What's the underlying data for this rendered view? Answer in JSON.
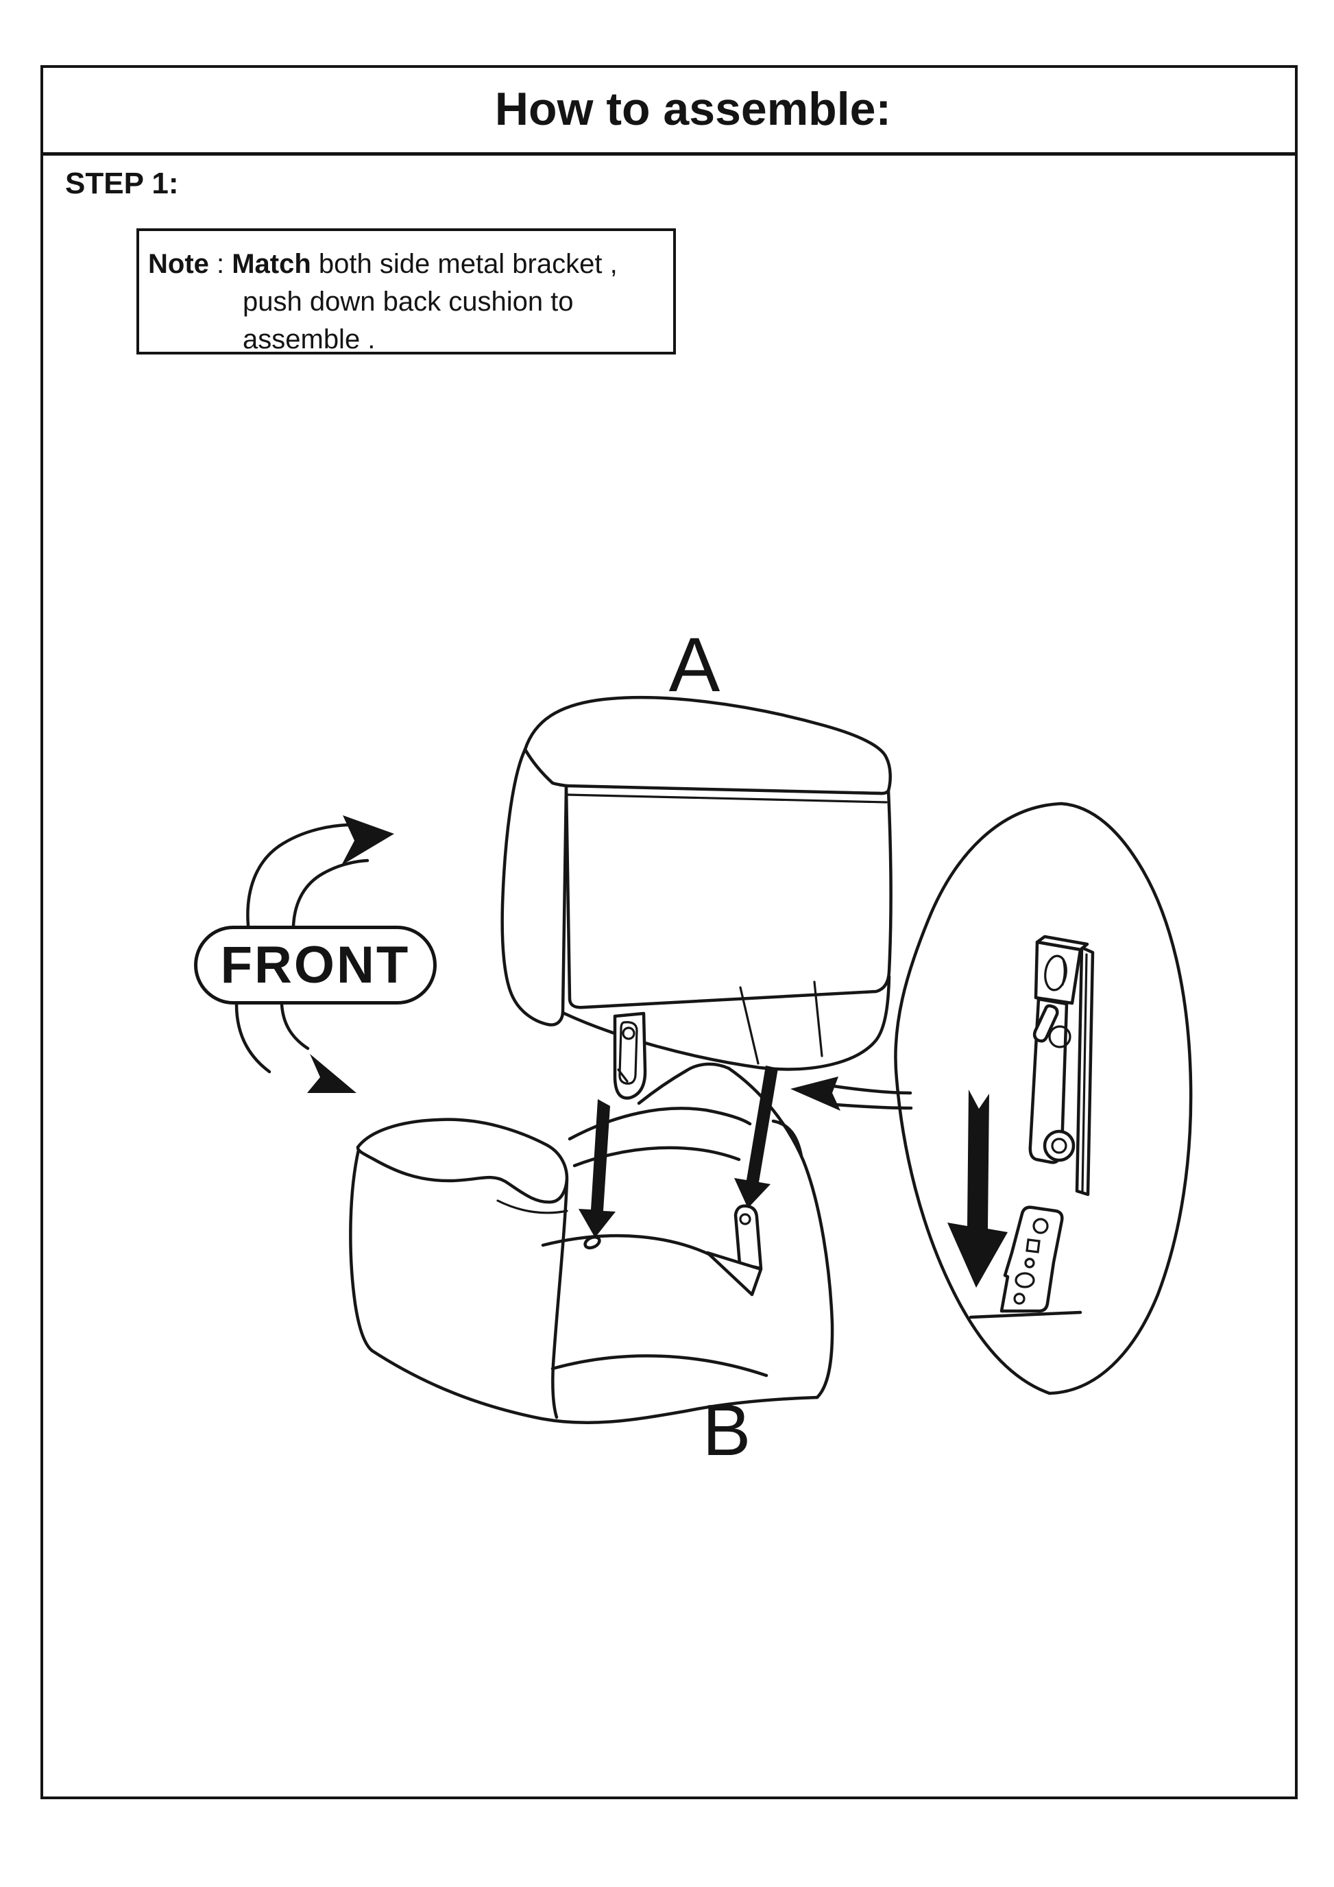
{
  "page": {
    "background": "#ffffff",
    "ink": "#141414"
  },
  "header": {
    "title": "How to assemble:"
  },
  "step": {
    "label": "STEP 1:"
  },
  "note": {
    "prefix_bold": "Note",
    "separator": " : ",
    "verb_bold": "Match",
    "line1_rest": " both side metal bracket ,",
    "line2": "push down back cushion to",
    "line3": "assemble ."
  },
  "diagram": {
    "part_a_label": "A",
    "part_b_label": "B",
    "front_label": "FRONT",
    "icons": {
      "front_upper_arrow": "curved-arrow-up-right-icon",
      "front_lower_arrow": "curved-arrow-down-right-icon",
      "insert_arrow_left": "thick-down-arrow-icon",
      "insert_arrow_right": "thick-down-arrow-icon",
      "callout_pointer": "left-arrow-icon",
      "callout_push_arrow": "big-down-arrow-icon"
    }
  }
}
